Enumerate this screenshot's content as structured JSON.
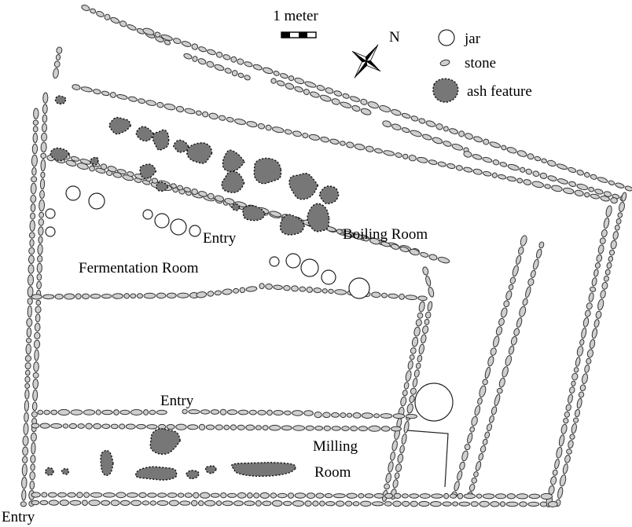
{
  "scale": {
    "label": "1 meter"
  },
  "north": {
    "label": "N"
  },
  "legend": {
    "jar": "jar",
    "stone": "stone",
    "ash": "ash feature"
  },
  "rooms": {
    "boiling": "Boiling Room",
    "fermentation": "Fermentation Room",
    "milling_line1": "Milling",
    "milling_line2": "Room"
  },
  "entries": {
    "upper": "Entry",
    "middle": "Entry",
    "lower_left": "Entry"
  },
  "colors": {
    "stone": "#cfcfcf",
    "ash": "#777777",
    "outline": "#222222"
  }
}
